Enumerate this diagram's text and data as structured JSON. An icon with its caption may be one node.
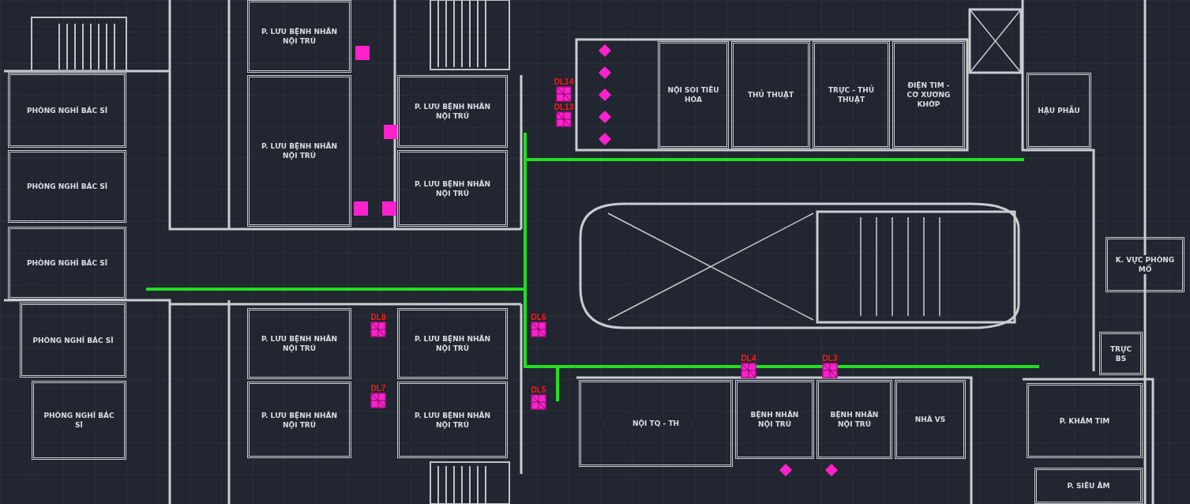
{
  "diagram": {
    "nodes": [
      {
        "text": [
          "PHÒNG NGHỈ BÁC SĨ"
        ]
      },
      {
        "text": [
          "PHÒNG NGHỈ BÁC SĨ"
        ]
      },
      {
        "text": [
          "PHÒNG NGHỈ BÁC SĨ"
        ]
      },
      {
        "text": [
          "PHÒNG NGHỈ BÁC SĨ"
        ]
      },
      {
        "text": [
          "PHÒNG NGHỈ BÁC SĨ"
        ]
      },
      {
        "text": [
          "P. LƯU BỆNH NHÂN NỘI TRÚ"
        ]
      },
      {
        "text": [
          "P. LƯU BỆNH NHÂN NỘI TRÚ"
        ]
      },
      {
        "text": [
          "P. LƯU BỆNH NHÂN NỘI TRÚ"
        ]
      },
      {
        "text": [
          "P. LƯU BỆNH NHÂN NỘI TRÚ"
        ]
      },
      {
        "text": [
          "P. LƯU BỆNH NHÂN NỘI TRÚ"
        ]
      },
      {
        "text": [
          "P. LƯU BỆNH NHÂN NỘI TRÚ"
        ]
      },
      {
        "text": [
          "P. LƯU BỆNH NHÂN NỘI TRÚ"
        ]
      },
      {
        "text": [
          "P. LƯU BỆNH NHÂN NỘI TRÚ"
        ]
      },
      {
        "text": [
          "NỘI SOI TIÊU HÓA"
        ]
      },
      {
        "text": [
          "THỦ THUẬT"
        ]
      },
      {
        "text": [
          "TRỰC - THỦ THUẬT"
        ]
      },
      {
        "text": [
          "ĐIỆN TIM - CƠ XƯƠNG KHỚP"
        ]
      },
      {
        "text": [
          "HẬU PHẪU"
        ]
      },
      {
        "text": [
          "K. VỰC PHÒNG MỔ"
        ]
      },
      {
        "text": [
          "TRỰC BS"
        ]
      },
      {
        "text": [
          "P. KHÁM TIM"
        ]
      },
      {
        "text": [
          "P. SIÊU ÂM"
        ]
      },
      {
        "text": [
          "NỘI TQ - TH"
        ]
      },
      {
        "text": [
          "BỆNH NHÂN NỘI TRÚ"
        ]
      },
      {
        "text": [
          "BỆNH NHÂN NỘI TRÚ"
        ]
      },
      {
        "text": [
          "NHÀ VS"
        ]
      },
      {
        "text": [
          "DL14"
        ]
      },
      {
        "text": [
          "DL13"
        ]
      },
      {
        "text": [
          "DL8"
        ]
      },
      {
        "text": [
          "DL7"
        ]
      },
      {
        "text": [
          "DL6"
        ]
      },
      {
        "text": [
          "DL5"
        ]
      },
      {
        "text": [
          "DL4"
        ]
      },
      {
        "text": [
          "DL3"
        ]
      }
    ]
  }
}
